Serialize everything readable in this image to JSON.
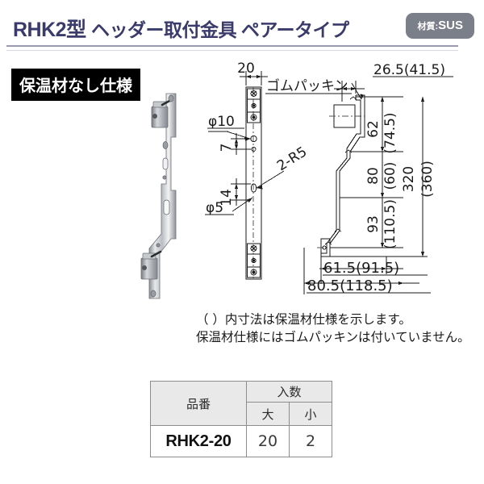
{
  "header": {
    "title_main": "RHK2型",
    "title_rest": "ヘッダー取付金具 ペアータイプ",
    "material_label": "材質:",
    "material_value": "SUS",
    "title_color": "#3b3b6b",
    "badge_color": "#7b7f8a"
  },
  "spec_badge": {
    "label": "保温材なし仕様"
  },
  "photo": {
    "alt": "RHK2型 ヘッダー取付金具 ペアータイプ 金属ブラケット写真"
  },
  "front_view": {
    "dim_width_20": "20",
    "label_packing": "ゴムパッキン",
    "dim_phi10": "φ10",
    "dim_7": "7",
    "dim_2r5": "2-R5",
    "dim_14": "14",
    "dim_phi5": "φ5"
  },
  "side_view": {
    "dim_265": "26.5(41.5)",
    "dim_62": "62",
    "dim_745": "(74.5)",
    "dim_80": "80",
    "dim_60": "(60)",
    "dim_320": "320",
    "dim_360": "(360)",
    "dim_93": "93",
    "dim_1105": "(110.5)",
    "dim_615": "61.5(91.5)",
    "dim_805": "80.5(118.5)"
  },
  "notes": {
    "line1": "（  ）内寸法は保温材仕様を示します。",
    "line2": "保温材仕様にはゴムパッキンは付いていません。"
  },
  "table": {
    "head_part": "品番",
    "head_qty": "入数",
    "head_big": "大",
    "head_small": "小",
    "rows": [
      {
        "part": "RHK2-20",
        "big": "20",
        "small": "2"
      }
    ]
  }
}
